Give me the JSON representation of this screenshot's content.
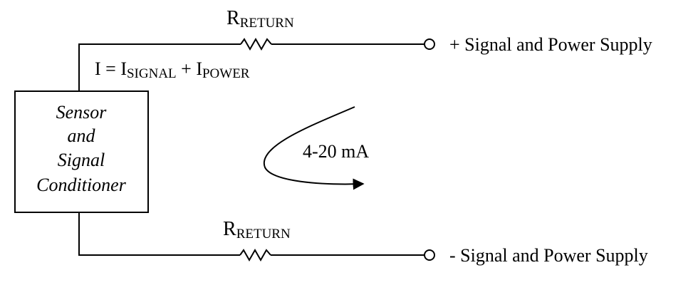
{
  "block": {
    "lines": [
      "Sensor",
      "and",
      "Signal",
      "Conditioner"
    ]
  },
  "resistor_top": {
    "main": "R",
    "sub": "RETURN"
  },
  "resistor_bottom": {
    "main": "R",
    "sub": "RETURN"
  },
  "current_equation": {
    "lhs": "I = I",
    "sub1": "SIGNAL",
    "plus": " + I",
    "sub2": "POWER"
  },
  "terminal_top": {
    "label": "+ Signal and Power Supply"
  },
  "terminal_bottom": {
    "label": "- Signal and Power Supply"
  },
  "loop_current": {
    "label": "4-20 mA"
  }
}
